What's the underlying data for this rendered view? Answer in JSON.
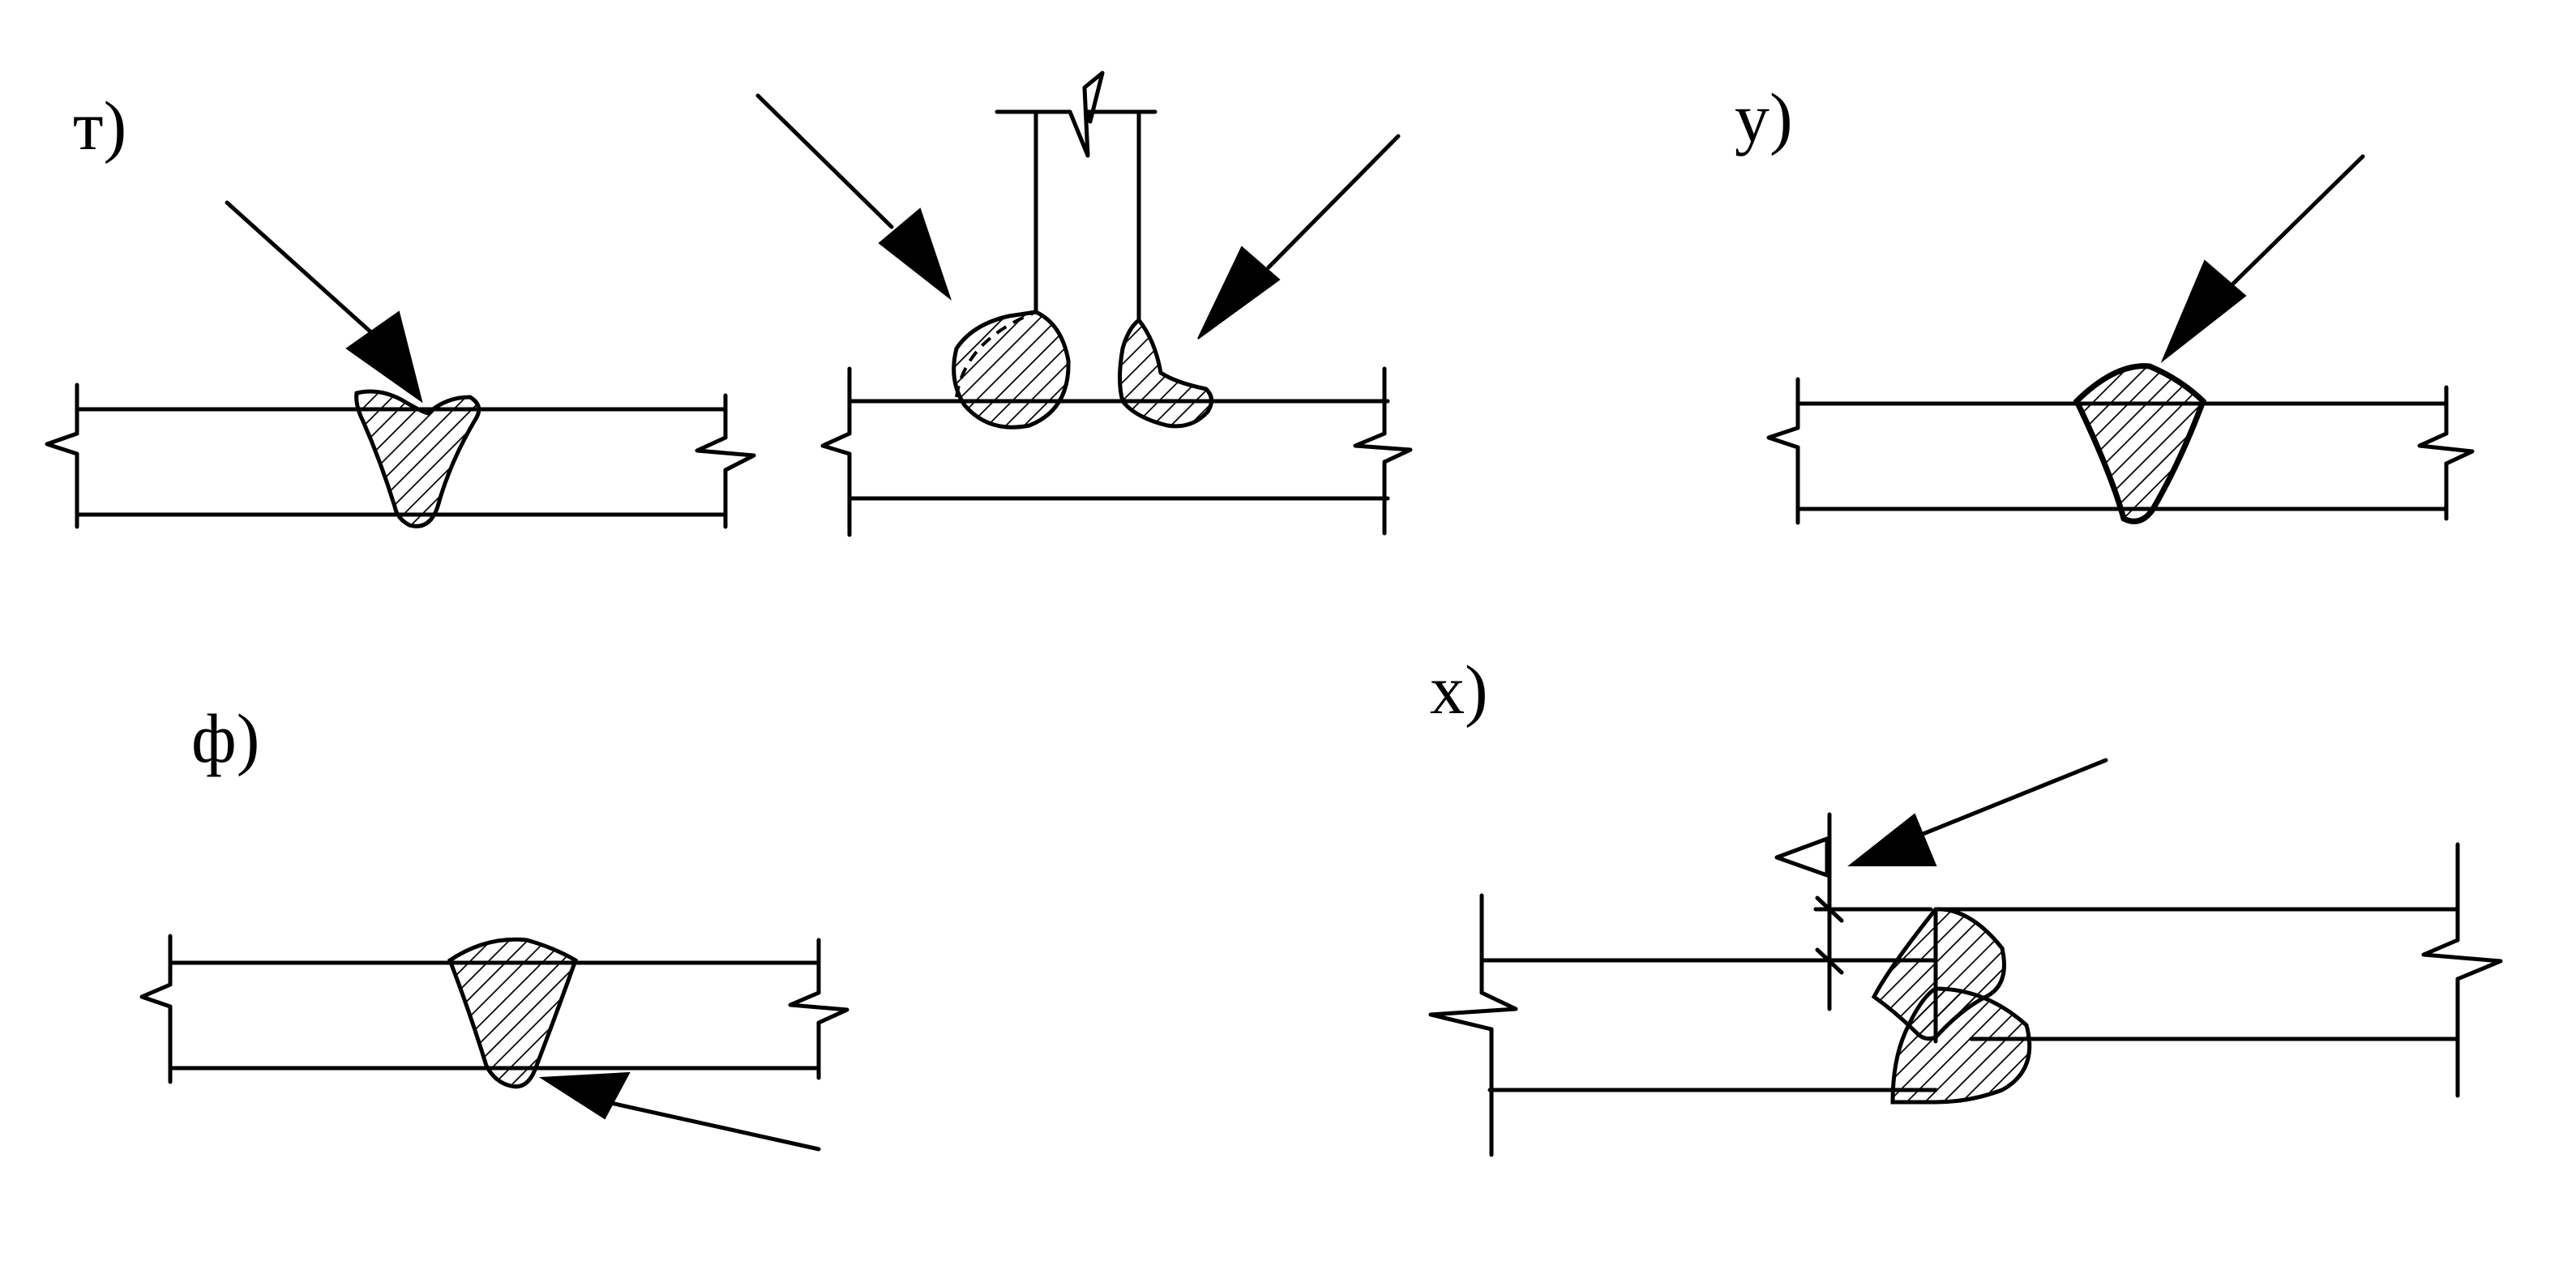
{
  "panels": [
    {
      "id": "t",
      "label": "т)"
    },
    {
      "id": "u",
      "label": "у)"
    },
    {
      "id": "f",
      "label": "ф)"
    },
    {
      "id": "kh",
      "label": "х)"
    }
  ]
}
